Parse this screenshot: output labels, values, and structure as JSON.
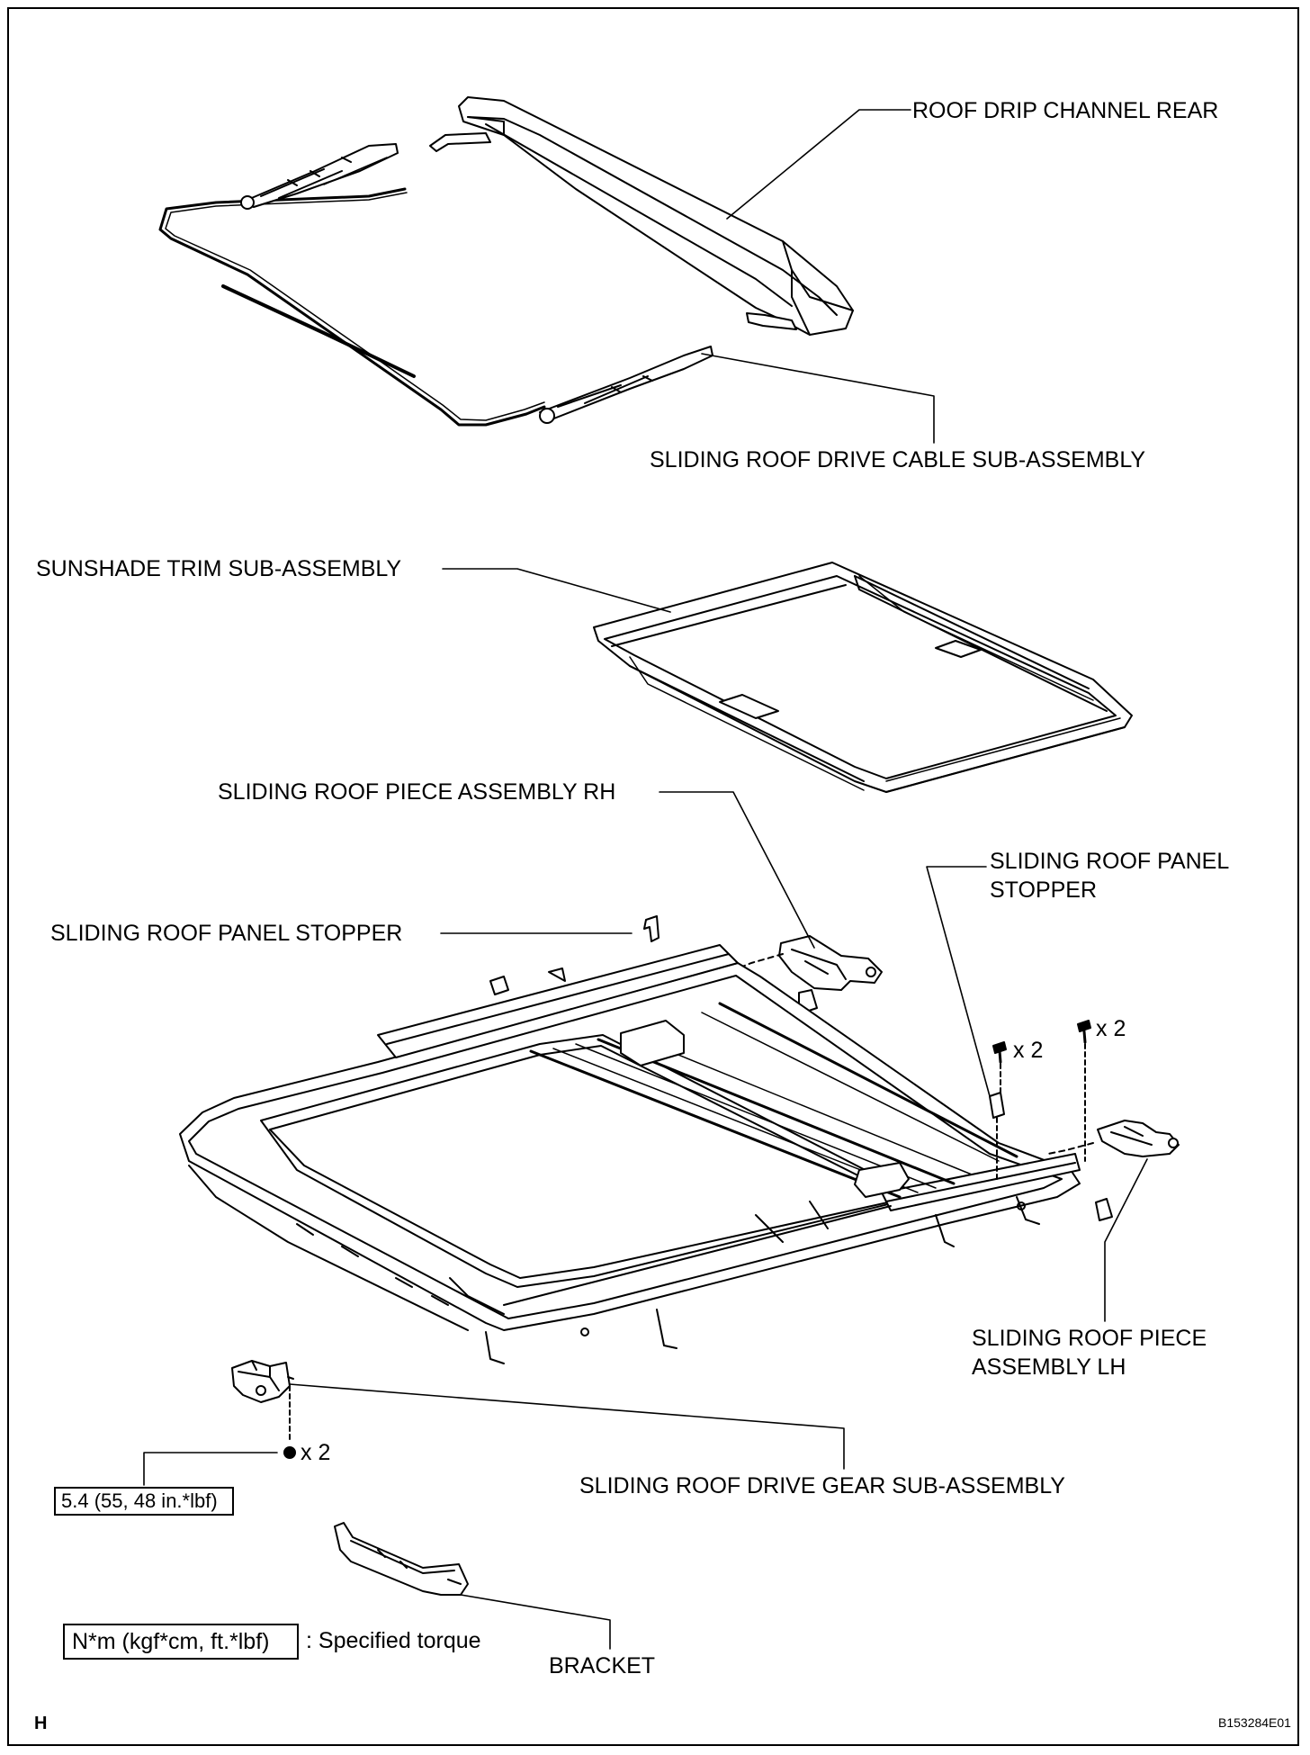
{
  "labels": {
    "roof_drip_channel_rear": "ROOF DRIP CHANNEL REAR",
    "drive_cable": "SLIDING ROOF DRIVE CABLE SUB-ASSEMBLY",
    "sunshade_trim": "SUNSHADE TRIM SUB-ASSEMBLY",
    "piece_rh": "SLIDING ROOF PIECE ASSEMBLY RH",
    "panel_stopper_left": "SLIDING ROOF PANEL STOPPER",
    "panel_stopper_right_line1": "SLIDING ROOF PANEL",
    "panel_stopper_right_line2": "STOPPER",
    "piece_lh_line1": "SLIDING ROOF PIECE",
    "piece_lh_line2": "ASSEMBLY LH",
    "drive_gear": "SLIDING ROOF DRIVE GEAR SUB-ASSEMBLY",
    "bracket": "BRACKET"
  },
  "quantities": {
    "bolts_a": "x 2",
    "bolts_b": "x 2",
    "bolts_gear": "x 2"
  },
  "torque": {
    "value": "5.4 (55, 48 in.*lbf)",
    "legend_units": "N*m (kgf*cm, ft.*lbf)",
    "legend_text": ": Specified torque"
  },
  "footer": {
    "page_letter": "H",
    "figure_id": "B153284E01"
  }
}
